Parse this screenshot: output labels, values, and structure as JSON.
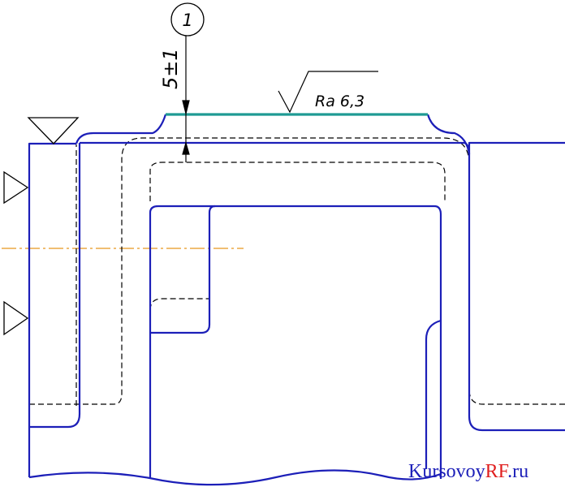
{
  "callout": {
    "number": "1"
  },
  "dimension": {
    "label": "5±1"
  },
  "roughness": {
    "label": "Ra 6,3"
  },
  "watermark": {
    "prefix": "Kursovoy",
    "highlight": "RF",
    "suffix": ".ru"
  },
  "colors": {
    "outline": "#1c1fb8",
    "machined_surface": "#1e9a93",
    "center_line": "#e8961e",
    "annotation": "#000000",
    "watermark_blue": "#1c1fb8",
    "watermark_red": "#e01f1f"
  }
}
